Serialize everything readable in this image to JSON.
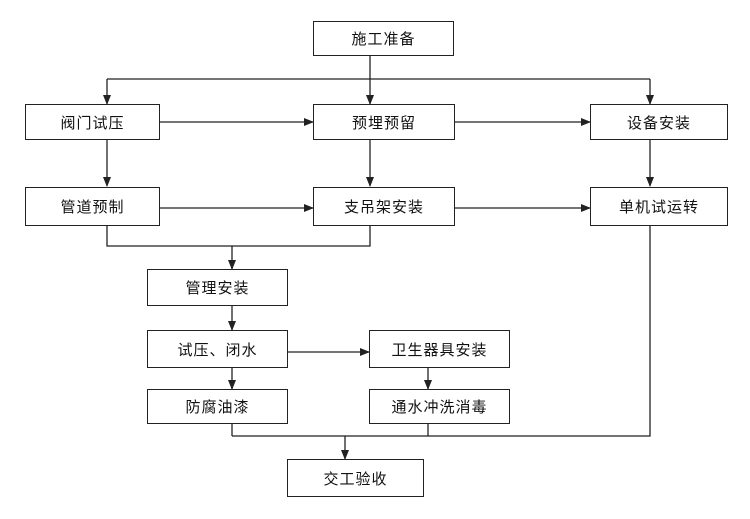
{
  "nodes": {
    "prep": "施工准备",
    "valve_test": "阀门试压",
    "embed": "预埋预留",
    "equip_install": "设备安装",
    "pipe_prefab": "管道预制",
    "support_install": "支吊架安装",
    "single_trial": "单机试运转",
    "pipe_install": "管理安装",
    "pressure_test": "试压、闭水",
    "sanitary_install": "卫生器具安装",
    "anticorrosion": "防腐油漆",
    "flush_disinfect": "通水冲洗消毒",
    "handover": "交工验收"
  },
  "edges": [
    [
      "prep",
      "valve_test"
    ],
    [
      "prep",
      "embed"
    ],
    [
      "prep",
      "equip_install"
    ],
    [
      "valve_test",
      "embed"
    ],
    [
      "embed",
      "equip_install"
    ],
    [
      "valve_test",
      "pipe_prefab"
    ],
    [
      "embed",
      "support_install"
    ],
    [
      "equip_install",
      "single_trial"
    ],
    [
      "pipe_prefab",
      "support_install"
    ],
    [
      "support_install",
      "single_trial"
    ],
    [
      "pipe_prefab",
      "pipe_install"
    ],
    [
      "support_install",
      "pipe_install"
    ],
    [
      "pipe_install",
      "pressure_test"
    ],
    [
      "pressure_test",
      "sanitary_install"
    ],
    [
      "pressure_test",
      "anticorrosion"
    ],
    [
      "sanitary_install",
      "flush_disinfect"
    ],
    [
      "anticorrosion",
      "handover"
    ],
    [
      "flush_disinfect",
      "handover"
    ],
    [
      "single_trial",
      "handover"
    ]
  ]
}
